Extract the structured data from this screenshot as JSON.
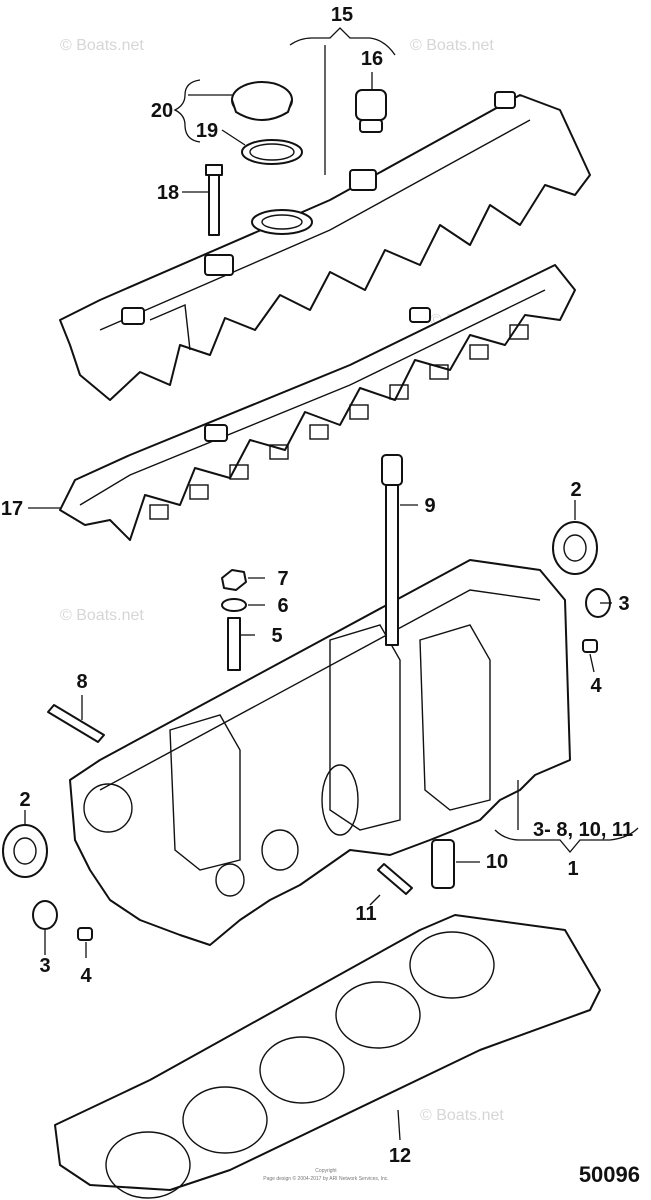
{
  "callouts": [
    {
      "number": "1"
    },
    {
      "number": "2"
    },
    {
      "number": "2"
    },
    {
      "number": "3"
    },
    {
      "number": "3"
    },
    {
      "number": "3- 8, 10, 11"
    },
    {
      "number": "4"
    },
    {
      "number": "4"
    },
    {
      "number": "5"
    },
    {
      "number": "6"
    },
    {
      "number": "7"
    },
    {
      "number": "8"
    },
    {
      "number": "9"
    },
    {
      "number": "10"
    },
    {
      "number": "11"
    },
    {
      "number": "12"
    },
    {
      "number": "15"
    },
    {
      "number": "16"
    },
    {
      "number": "17"
    },
    {
      "number": "18"
    },
    {
      "number": "19"
    },
    {
      "number": "20"
    }
  ],
  "figure_number": "50096",
  "footer": {
    "line1": "Copyright",
    "line2": "Page design © 2004-2017 by ARI Network Services, Inc."
  },
  "watermark": "© Boats.net"
}
